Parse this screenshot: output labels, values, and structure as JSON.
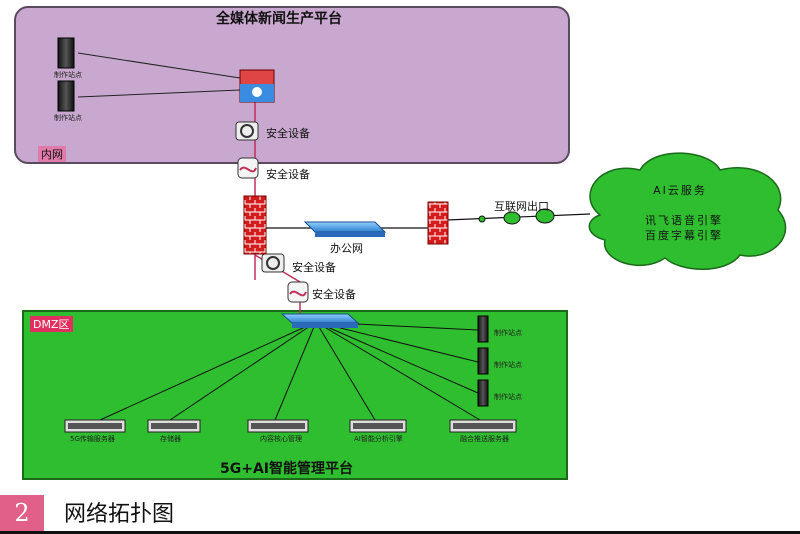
{
  "zones": {
    "inner": {
      "title": "全媒体新闻生产平台",
      "tag": "内网",
      "fill": "#c9a8cf"
    },
    "dmz": {
      "title": "5G+AI智能管理平台",
      "tag": "DMZ区",
      "fill": "#2fbe2f"
    }
  },
  "inner_nodes": {
    "station1": "制作站点",
    "station2": "制作站点",
    "sec1": "安全设备",
    "sec2": "安全设备"
  },
  "middle": {
    "office_switch": "办公网",
    "sec3": "安全设备",
    "sec4": "安全设备",
    "internet_exit": "互联网出口"
  },
  "cloud": {
    "title": "AI云服务",
    "line1": "讯飞语音引擎",
    "line2": "百度字幕引擎",
    "fill": "#2fbe2f"
  },
  "dmz_nodes": {
    "server1": "5G传输服务器",
    "server2": "存储器",
    "server3": "内容核心管理",
    "server4": "AI智能分析引擎",
    "server5": "融合推送服务器",
    "station_a": "制作站点",
    "station_b": "制作站点",
    "station_c": "制作站点"
  },
  "caption": {
    "number": "2",
    "title": "网络拓扑图",
    "accent": "#e0608a"
  }
}
